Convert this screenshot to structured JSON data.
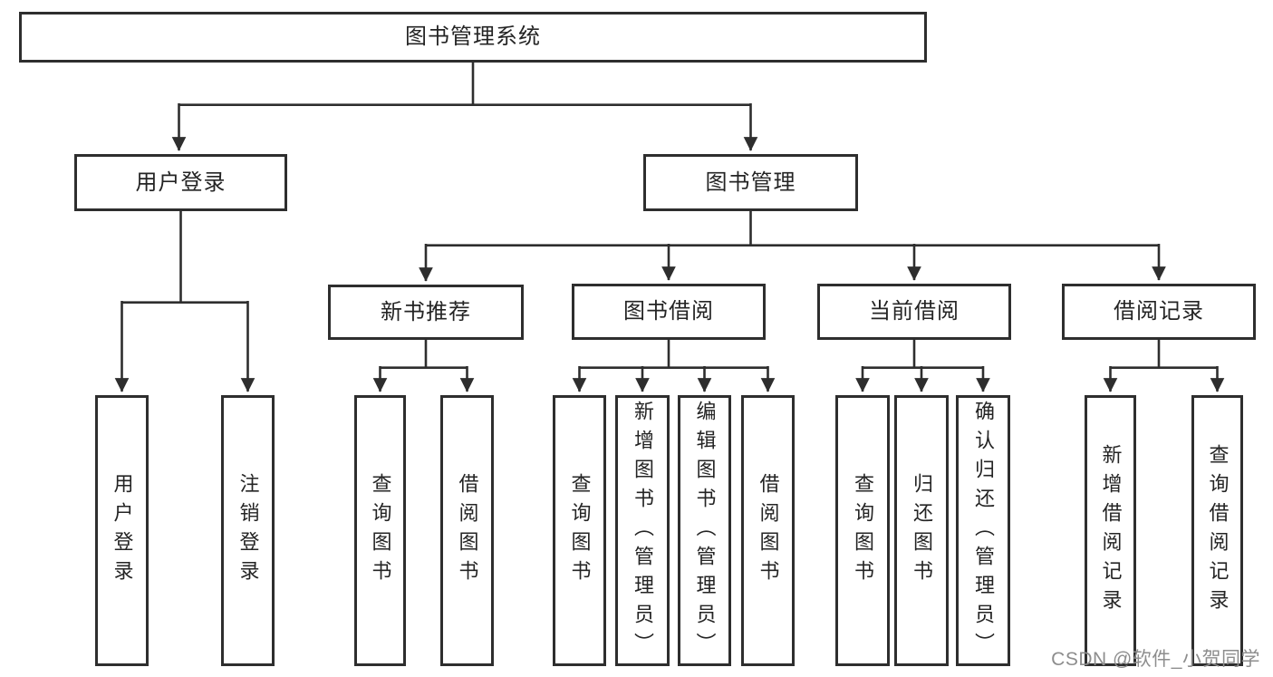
{
  "diagram": {
    "type": "hierarchy-tree",
    "colors": {
      "background": "#ffffff",
      "box_border": "#2e2e2e",
      "line": "#2e2e2e",
      "text": "#242424",
      "watermark": "#8d8d8d"
    },
    "root": {
      "label": "图书管理系统",
      "children": [
        {
          "label": "用户登录",
          "children": [
            {
              "label": "用户登录"
            },
            {
              "label": "注销登录"
            }
          ]
        },
        {
          "label": "图书管理",
          "children": [
            {
              "label": "新书推荐",
              "children": [
                {
                  "label": "查询图书"
                },
                {
                  "label": "借阅图书"
                }
              ]
            },
            {
              "label": "图书借阅",
              "children": [
                {
                  "label": "查询图书"
                },
                {
                  "label": "新增图书（管理员）"
                },
                {
                  "label": "编辑图书（管理员）"
                },
                {
                  "label": "借阅图书"
                }
              ]
            },
            {
              "label": "当前借阅",
              "children": [
                {
                  "label": "查询图书"
                },
                {
                  "label": "归还图书"
                },
                {
                  "label": "确认归还（管理员）"
                }
              ]
            },
            {
              "label": "借阅记录",
              "children": [
                {
                  "label": "新增借阅记录"
                },
                {
                  "label": "查询借阅记录"
                }
              ]
            }
          ]
        }
      ]
    },
    "watermark": "CSDN @软件_小贺同学"
  }
}
